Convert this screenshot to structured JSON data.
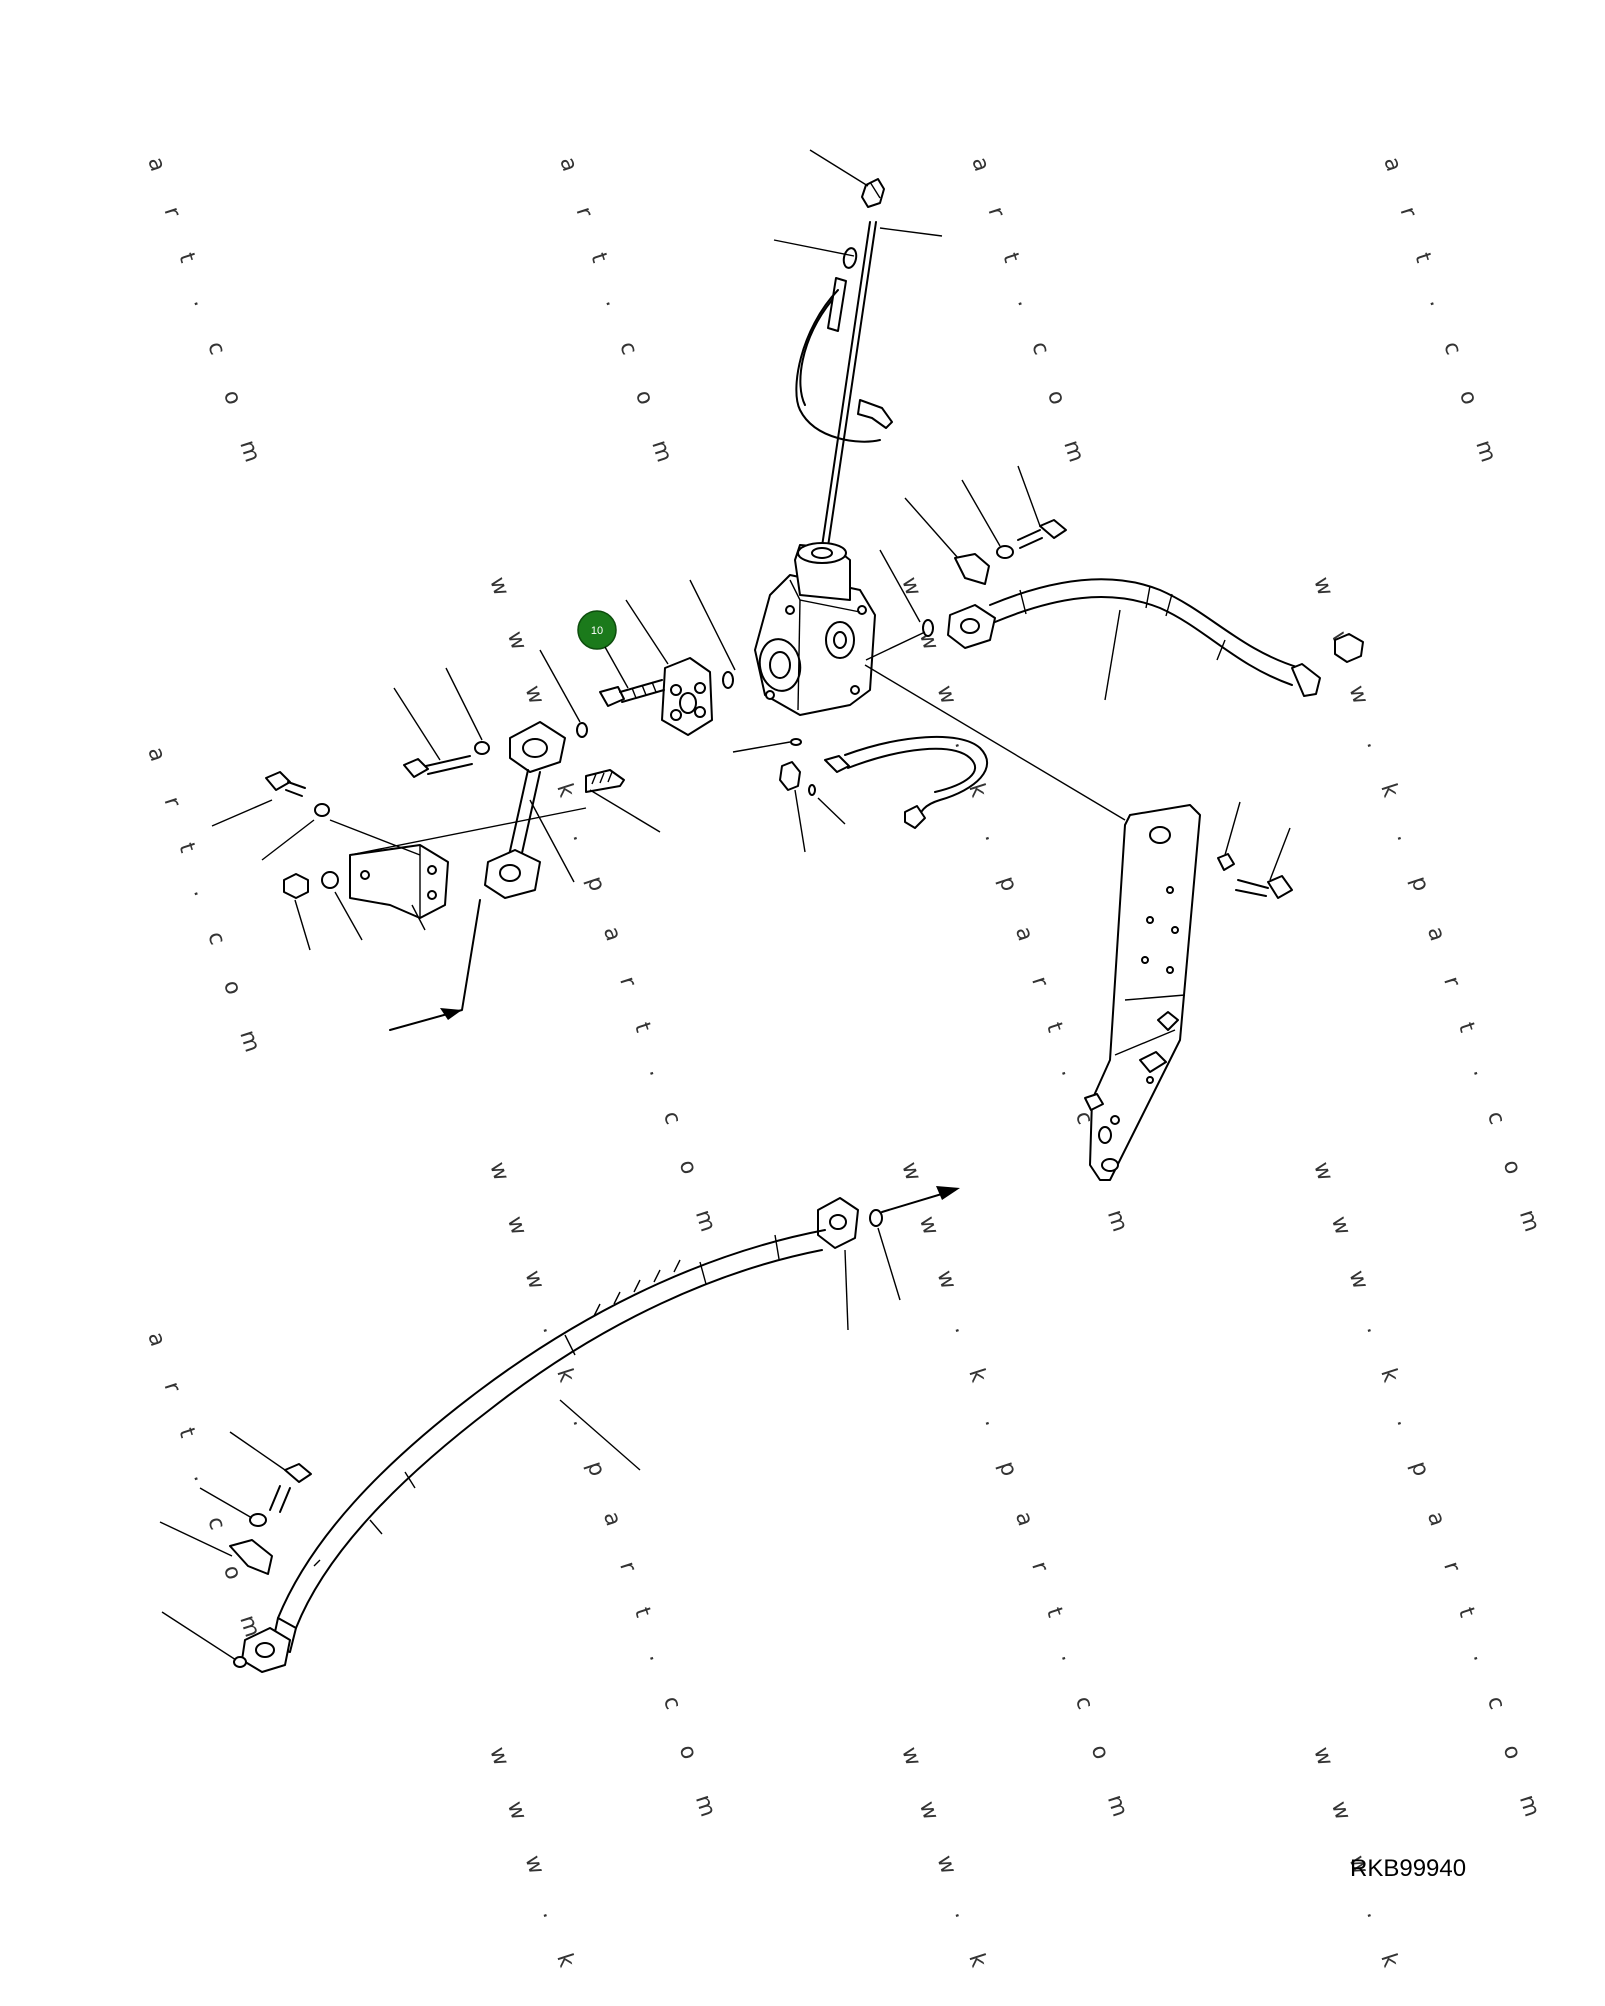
{
  "diagram": {
    "drawing_code": "RKB99940",
    "callout": {
      "label": "10",
      "color": "#1b7a1b"
    },
    "watermarks": {
      "a": "a r t . c o m",
      "b": "w w w . k . p a r t . c o m",
      "c": "w w w . k"
    }
  }
}
